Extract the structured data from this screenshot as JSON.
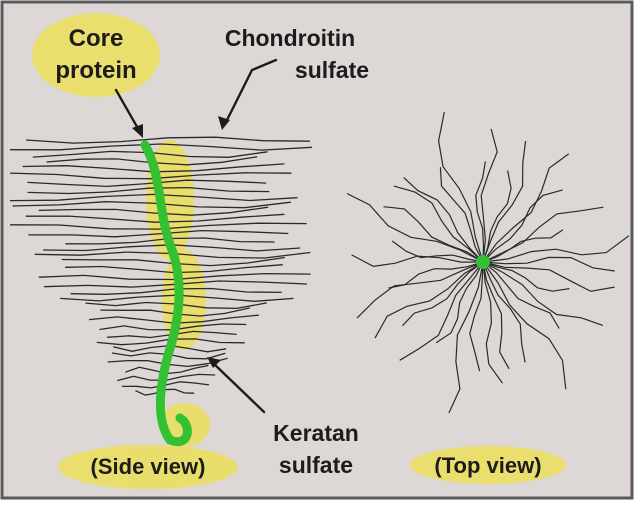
{
  "labels": {
    "core_protein": [
      "Core",
      "protein"
    ],
    "chondroitin_sulfate": [
      "Chondroitin",
      "sulfate"
    ],
    "keratan_sulfate": [
      "Keratan",
      "sulfate"
    ],
    "side_view": "(Side view)",
    "top_view": "(Top view)"
  },
  "colors": {
    "background": "#ddd8d6",
    "frame": "#5a5a5a",
    "highlight": "#ecdf5a",
    "core_protein": "#33c133",
    "chains": "#2a2a2a",
    "text": "#1c1c1c"
  }
}
